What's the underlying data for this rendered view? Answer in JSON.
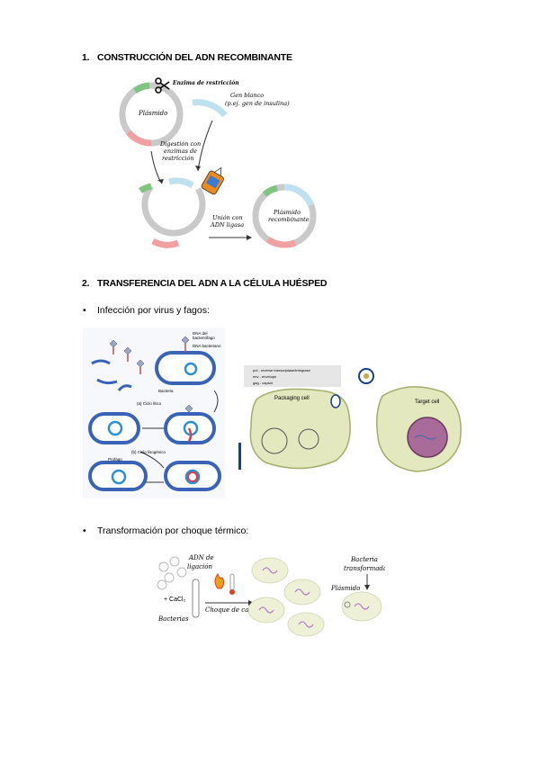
{
  "section1": {
    "number": "1.",
    "title": "CONSTRUCCIÓN DEL ADN RECOMBINANTE",
    "figure": {
      "enzyme": "Enzima de restricción",
      "plasmid": "Plásmido",
      "gene_line1": "Gen blanco",
      "gene_line2": "(p.ej. gen de insulina)",
      "digestion_line1": "Digestión con",
      "digestion_line2": "enzimas de",
      "digestion_line3": "restricción",
      "union_line1": "Unión con",
      "union_line2": "ADN ligasa",
      "recombinant_line1": "Plásmido",
      "recombinant_line2": "recombinante"
    }
  },
  "section2": {
    "number": "2.",
    "title": "TRANSFERENCIA DEL ADN A LA CÉLULA HUÉSPED",
    "bullet1": "Infección por virus y fagos:",
    "bullet2": "Transformación por choque térmico:",
    "phage_fig": {
      "dna_phage_line1": "DNA del",
      "dna_phage_line2": "bacteriófago",
      "dna_bacterial": "DNA bacteriano",
      "bacteria": "Bacteria",
      "lytic": "(a) Ciclo lítico",
      "lysogenic": "(b) Ciclo lisogénico",
      "prophage": "Profago"
    },
    "viral_fig": {
      "legend1": "pol - reverse transcriptase/integrase",
      "legend2": "env - envelope",
      "legend3": "gag - capsid",
      "packaging": "Packaging cell",
      "target": "Target cell"
    },
    "heat_fig": {
      "adn_line1": "ADN de",
      "adn_line2": "ligación",
      "cacl2": "+ CaCl₂",
      "bacteria": "Bacterias",
      "shock": "Choque de calor",
      "plasmid": "Plásmido",
      "transformed_line1": "Bacteria",
      "transformed_line2": "transformada"
    }
  }
}
